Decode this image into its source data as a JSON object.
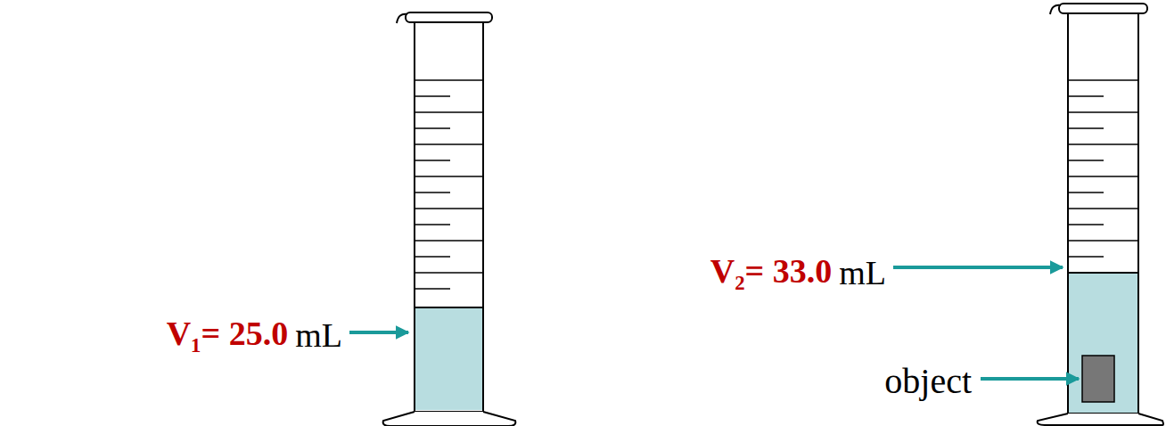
{
  "diagram": {
    "labels": [
      "V₁= 25.0",
      "mL",
      "V₂= 33.0",
      "mL",
      "object"
    ]
  }
}
